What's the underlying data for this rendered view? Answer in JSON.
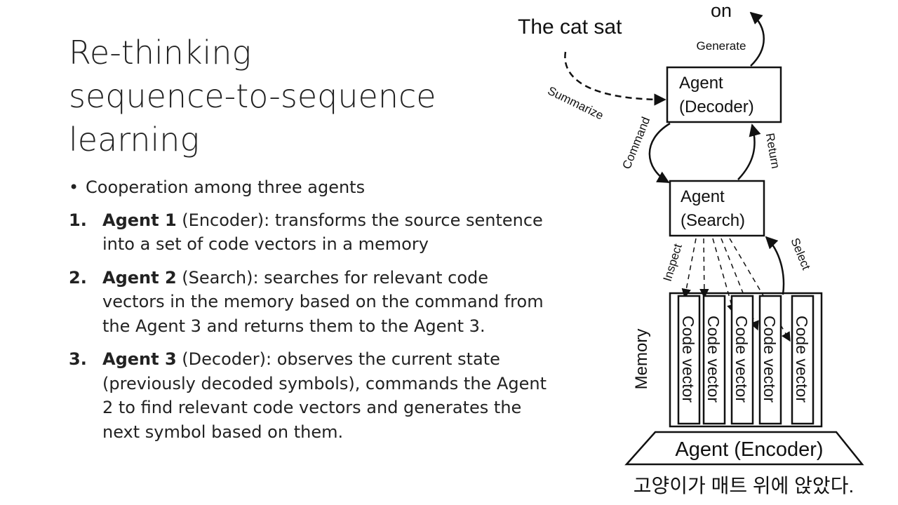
{
  "title": {
    "lines": [
      "Re-thinking",
      "sequence-to-sequence",
      "learning"
    ]
  },
  "bullet": {
    "marker": "•",
    "text": "Cooperation among three agents"
  },
  "items": [
    {
      "number": "1.",
      "name": "Agent 1",
      "description": " (Encoder): transforms the source sentence into a set of code vectors in a memory"
    },
    {
      "number": "2.",
      "name": "Agent 2",
      "description": " (Search): searches for relevant code vectors in the memory based on the command from the Agent 3 and returns them to the Agent 3."
    },
    {
      "number": "3.",
      "name": "Agent 3",
      "description": " (Decoder): observes the current state (previously decoded symbols), commands the Agent 2 to find relevant code vectors and generates the next symbol based on them."
    }
  ],
  "diagram": {
    "source_text": "The cat sat",
    "output_token": "on",
    "decoder_box": [
      "Agent",
      "(Decoder)"
    ],
    "search_box": [
      "Agent",
      "(Search)"
    ],
    "encoder_box": "Agent (Encoder)",
    "memory_label": "Memory",
    "code_vector_label": "Code vector",
    "input_sentence": "고양이가 매트 위에 앉았다.",
    "arrows": {
      "generate": "Generate",
      "summarize": "Summarize",
      "command": "Command",
      "return": "Return",
      "inspect": "Inspect",
      "select": "Select"
    }
  }
}
